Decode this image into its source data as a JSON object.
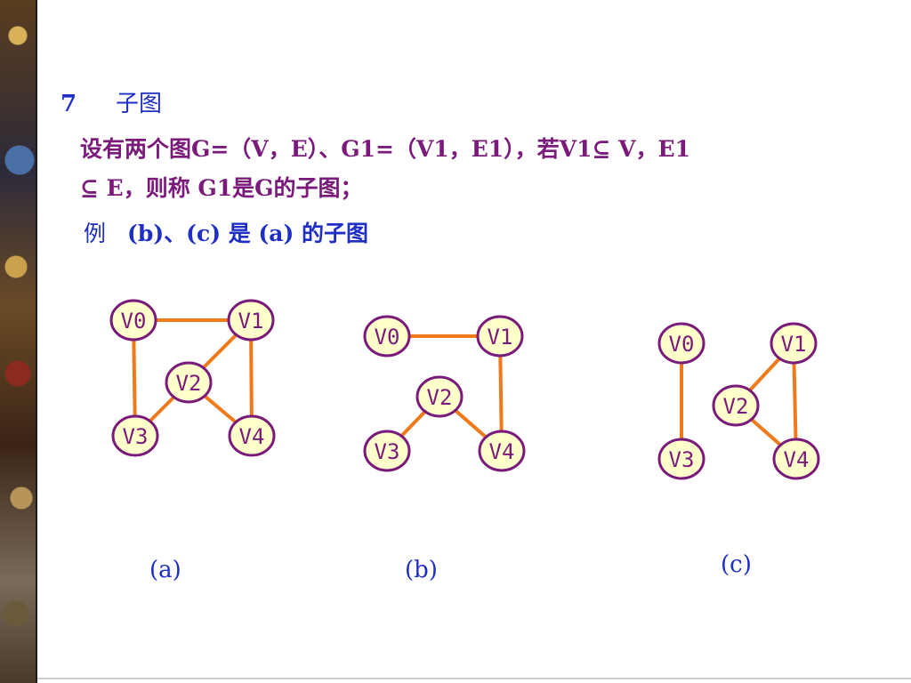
{
  "heading": {
    "number": "7",
    "title": "子图"
  },
  "definition": {
    "line1": "设有两个图G=（V，E）、G1=（V1，E1），若V1⊆ V，E1",
    "line2": "⊆ E，则称 G1是G的子图；"
  },
  "example": {
    "tag": "例",
    "text": "(b)、(c) 是 (a) 的子图"
  },
  "colors": {
    "edge": "#f07a1a",
    "node_fill": "#ffffcc",
    "node_stroke": "#7a1a7a",
    "text_blue": "#1f2fc4",
    "text_purple": "#7a1a7a"
  },
  "graphs": [
    {
      "caption": "(a)",
      "nodes": [
        {
          "id": "V0",
          "label": "V0"
        },
        {
          "id": "V1",
          "label": "V1"
        },
        {
          "id": "V2",
          "label": "V2"
        },
        {
          "id": "V3",
          "label": "V3"
        },
        {
          "id": "V4",
          "label": "V4"
        }
      ],
      "edges": [
        [
          "V0",
          "V1"
        ],
        [
          "V0",
          "V3"
        ],
        [
          "V1",
          "V2"
        ],
        [
          "V1",
          "V4"
        ],
        [
          "V2",
          "V3"
        ],
        [
          "V2",
          "V4"
        ]
      ]
    },
    {
      "caption": "(b)",
      "nodes": [
        {
          "id": "V0",
          "label": "V0"
        },
        {
          "id": "V1",
          "label": "V1"
        },
        {
          "id": "V2",
          "label": "V2"
        },
        {
          "id": "V3",
          "label": "V3"
        },
        {
          "id": "V4",
          "label": "V4"
        }
      ],
      "edges": [
        [
          "V0",
          "V1"
        ],
        [
          "V1",
          "V4"
        ],
        [
          "V2",
          "V3"
        ],
        [
          "V2",
          "V4"
        ]
      ]
    },
    {
      "caption": "(c)",
      "nodes": [
        {
          "id": "V0",
          "label": "V0"
        },
        {
          "id": "V1",
          "label": "V1"
        },
        {
          "id": "V2",
          "label": "V2"
        },
        {
          "id": "V3",
          "label": "V3"
        },
        {
          "id": "V4",
          "label": "V4"
        }
      ],
      "edges": [
        [
          "V0",
          "V3"
        ],
        [
          "V1",
          "V2"
        ],
        [
          "V1",
          "V4"
        ],
        [
          "V2",
          "V4"
        ]
      ]
    }
  ]
}
